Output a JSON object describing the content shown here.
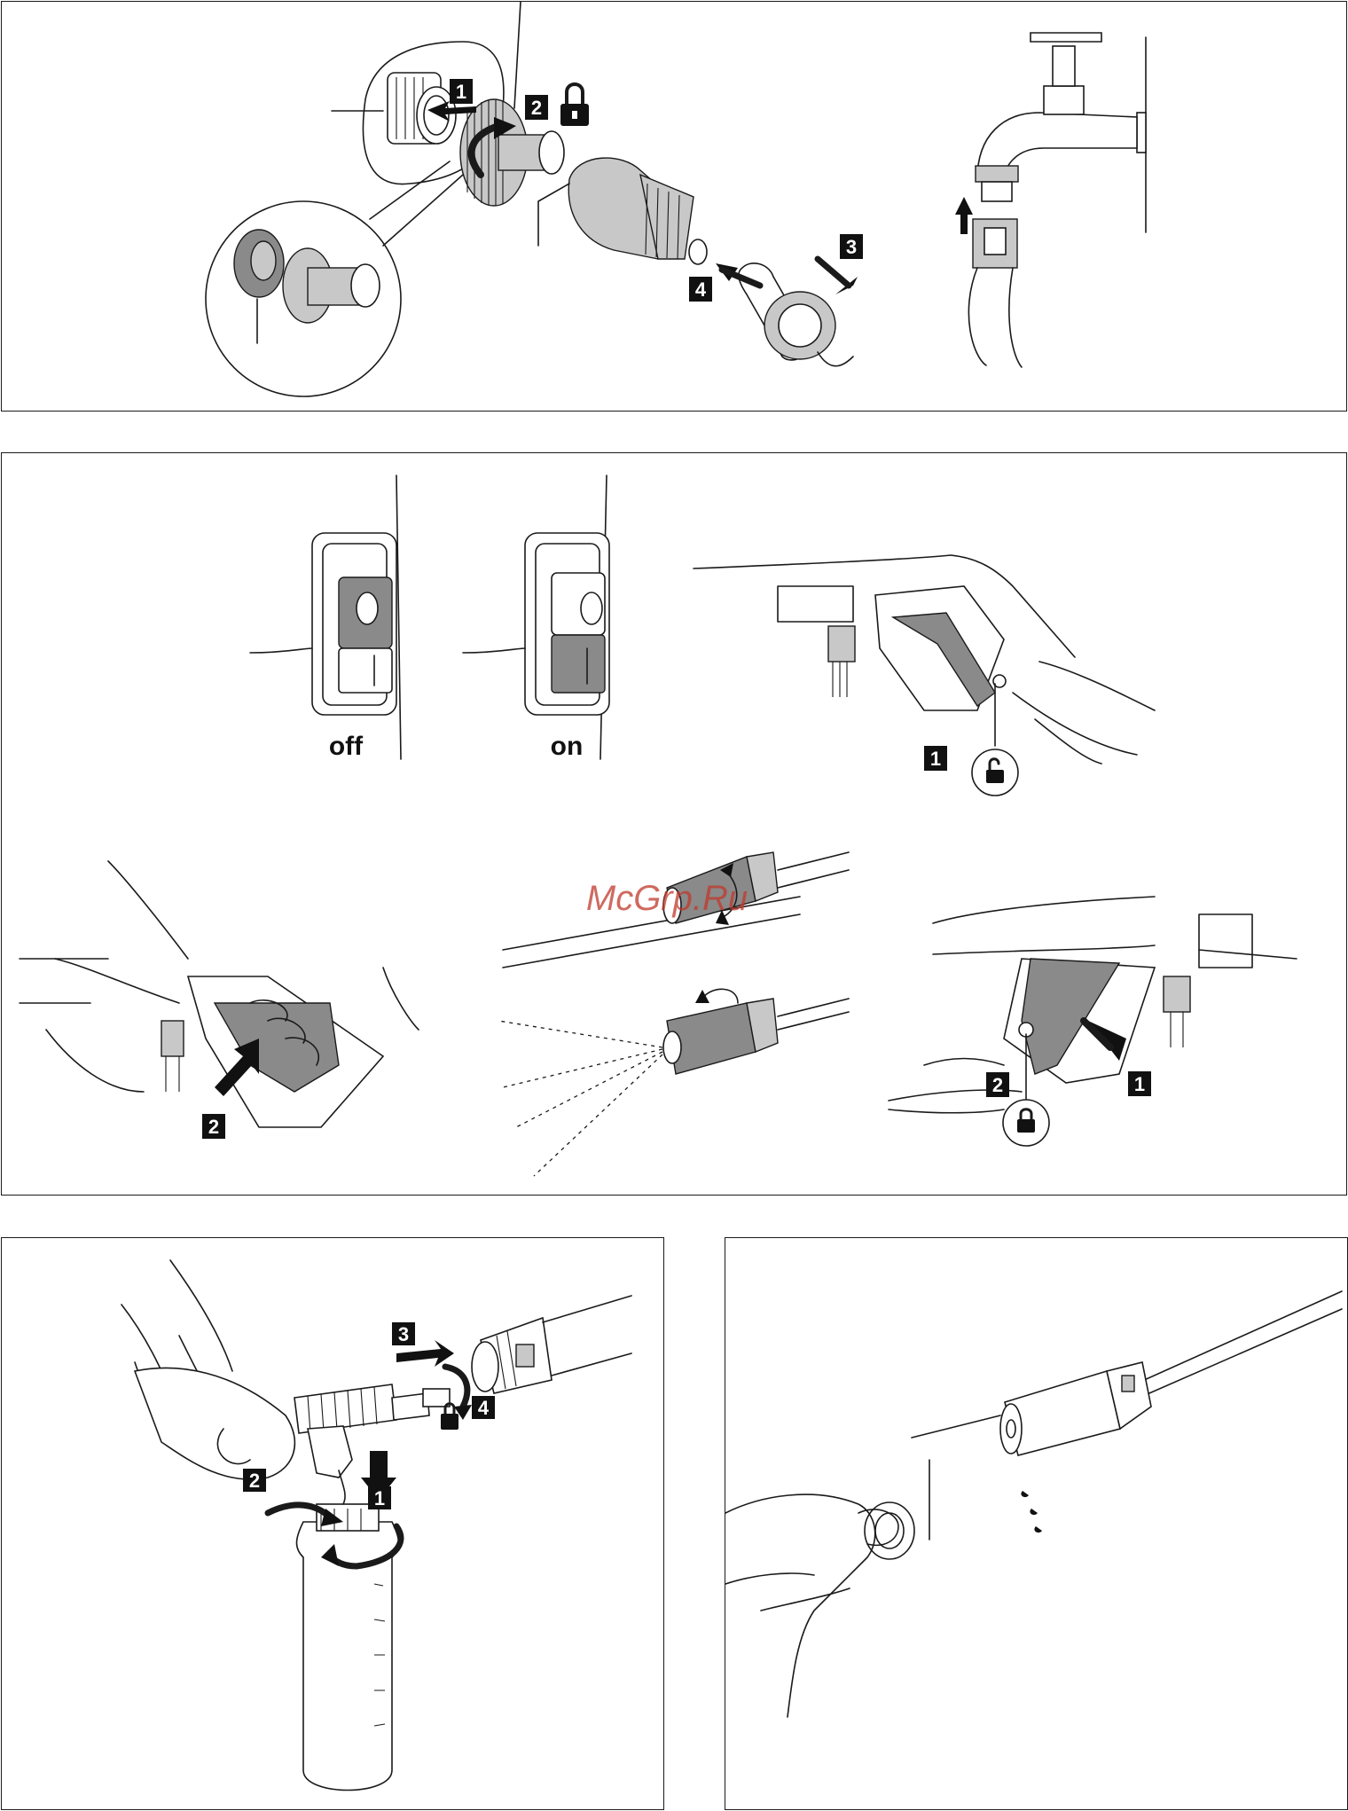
{
  "panel1": {
    "badges": [
      "1",
      "2",
      "3",
      "4"
    ]
  },
  "panel2": {
    "switch_off_label": "off",
    "switch_on_label": "on",
    "badges": [
      "1",
      "2",
      "2",
      "1"
    ]
  },
  "panel3": {
    "badges": [
      "3",
      "4",
      "2",
      "1"
    ]
  },
  "watermark": "McGrp.Ru",
  "icons": [
    "lock-icon",
    "unlock-icon",
    "arrow-icon",
    "rotate-arrow-icon"
  ],
  "colors": {
    "line": "#1a1a1a",
    "gray": "#8a8a8a",
    "light_gray": "#c8c8c8",
    "watermark": "#c0392b"
  }
}
